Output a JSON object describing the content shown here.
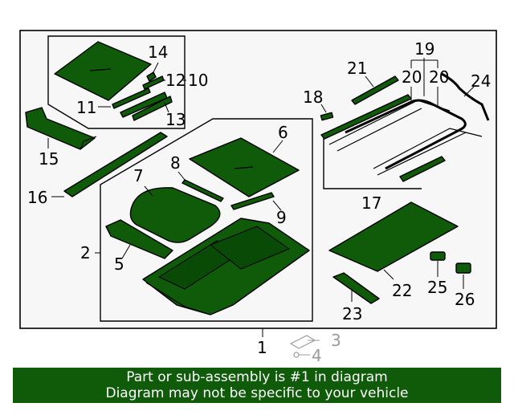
{
  "diagram": {
    "callouts": [
      {
        "id": "c1",
        "label": "1"
      },
      {
        "id": "c2",
        "label": "2"
      },
      {
        "id": "c3",
        "label": "3"
      },
      {
        "id": "c4",
        "label": "4"
      },
      {
        "id": "c5",
        "label": "5"
      },
      {
        "id": "c6",
        "label": "6"
      },
      {
        "id": "c7",
        "label": "7"
      },
      {
        "id": "c8",
        "label": "8"
      },
      {
        "id": "c9",
        "label": "9"
      },
      {
        "id": "c10",
        "label": "10"
      },
      {
        "id": "c11",
        "label": "11"
      },
      {
        "id": "c12",
        "label": "12"
      },
      {
        "id": "c13",
        "label": "13"
      },
      {
        "id": "c14",
        "label": "14"
      },
      {
        "id": "c15",
        "label": "15"
      },
      {
        "id": "c16",
        "label": "16"
      },
      {
        "id": "c17",
        "label": "17"
      },
      {
        "id": "c18",
        "label": "18"
      },
      {
        "id": "c19",
        "label": "19"
      },
      {
        "id": "c20a",
        "label": "20"
      },
      {
        "id": "c20b",
        "label": "20"
      },
      {
        "id": "c21",
        "label": "21"
      },
      {
        "id": "c22",
        "label": "22"
      },
      {
        "id": "c23",
        "label": "23"
      },
      {
        "id": "c24",
        "label": "24"
      },
      {
        "id": "c25",
        "label": "25"
      },
      {
        "id": "c26",
        "label": "26"
      }
    ],
    "colors": {
      "part_fill": "#0f5b0a",
      "outline": "#000000",
      "grey": "#9a9a9a",
      "panel_bg": "#f7f7f7"
    }
  },
  "banner": {
    "line1": "Part or sub-assembly is #1 in diagram",
    "line2": "Diagram may not be specific to your vehicle"
  }
}
